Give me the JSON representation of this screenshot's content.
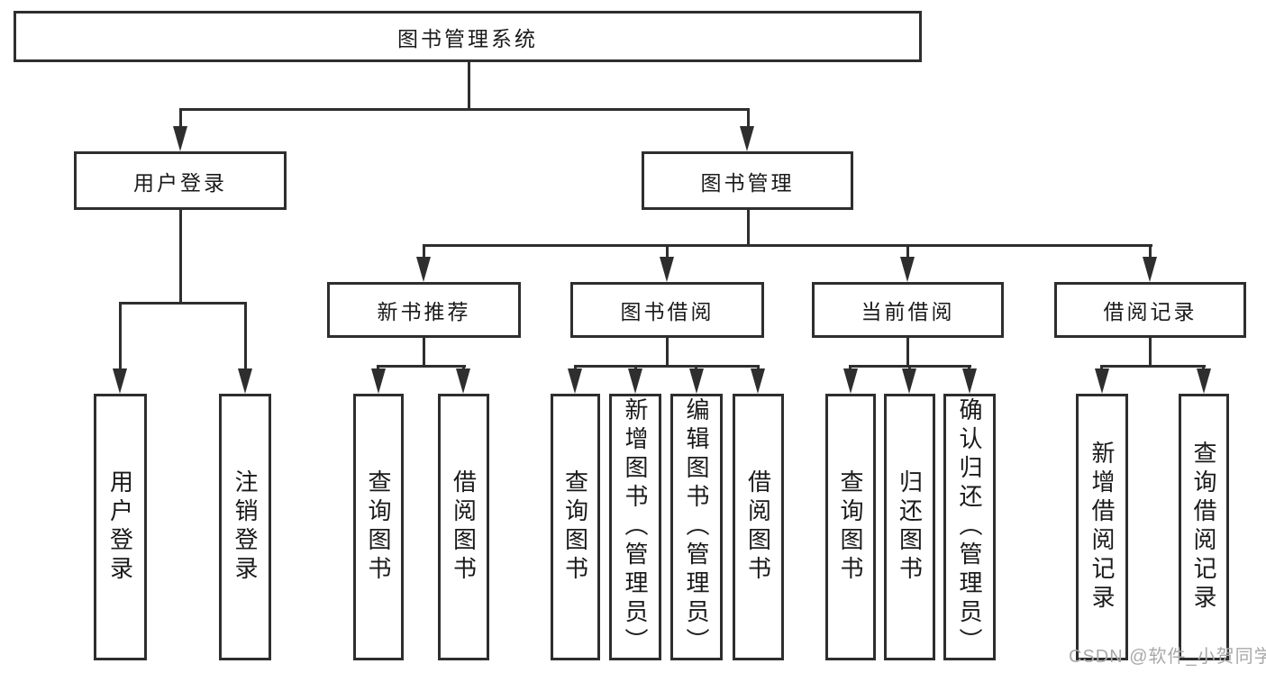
{
  "diagram": {
    "tree": {
      "root": {
        "label": "图书管理系统"
      },
      "branches": [
        {
          "label": "用户登录",
          "children": [
            {
              "label": "用户登录"
            },
            {
              "label": "注销登录"
            }
          ]
        },
        {
          "label": "图书管理",
          "children": [
            {
              "label": "新书推荐",
              "children": [
                {
                  "label": "查询图书"
                },
                {
                  "label": "借阅图书"
                }
              ]
            },
            {
              "label": "图书借阅",
              "children": [
                {
                  "label": "查询图书"
                },
                {
                  "label": "新增图书（管理员）"
                },
                {
                  "label": "编辑图书（管理员）"
                },
                {
                  "label": "借阅图书"
                }
              ]
            },
            {
              "label": "当前借阅",
              "children": [
                {
                  "label": "查询图书"
                },
                {
                  "label": "归还图书"
                },
                {
                  "label": "确认归还（管理员）"
                }
              ]
            },
            {
              "label": "借阅记录",
              "children": [
                {
                  "label": "新增借阅记录"
                },
                {
                  "label": "查询借阅记录"
                }
              ]
            }
          ]
        }
      ]
    },
    "watermark": "CSDN @软件_小贺同学"
  }
}
